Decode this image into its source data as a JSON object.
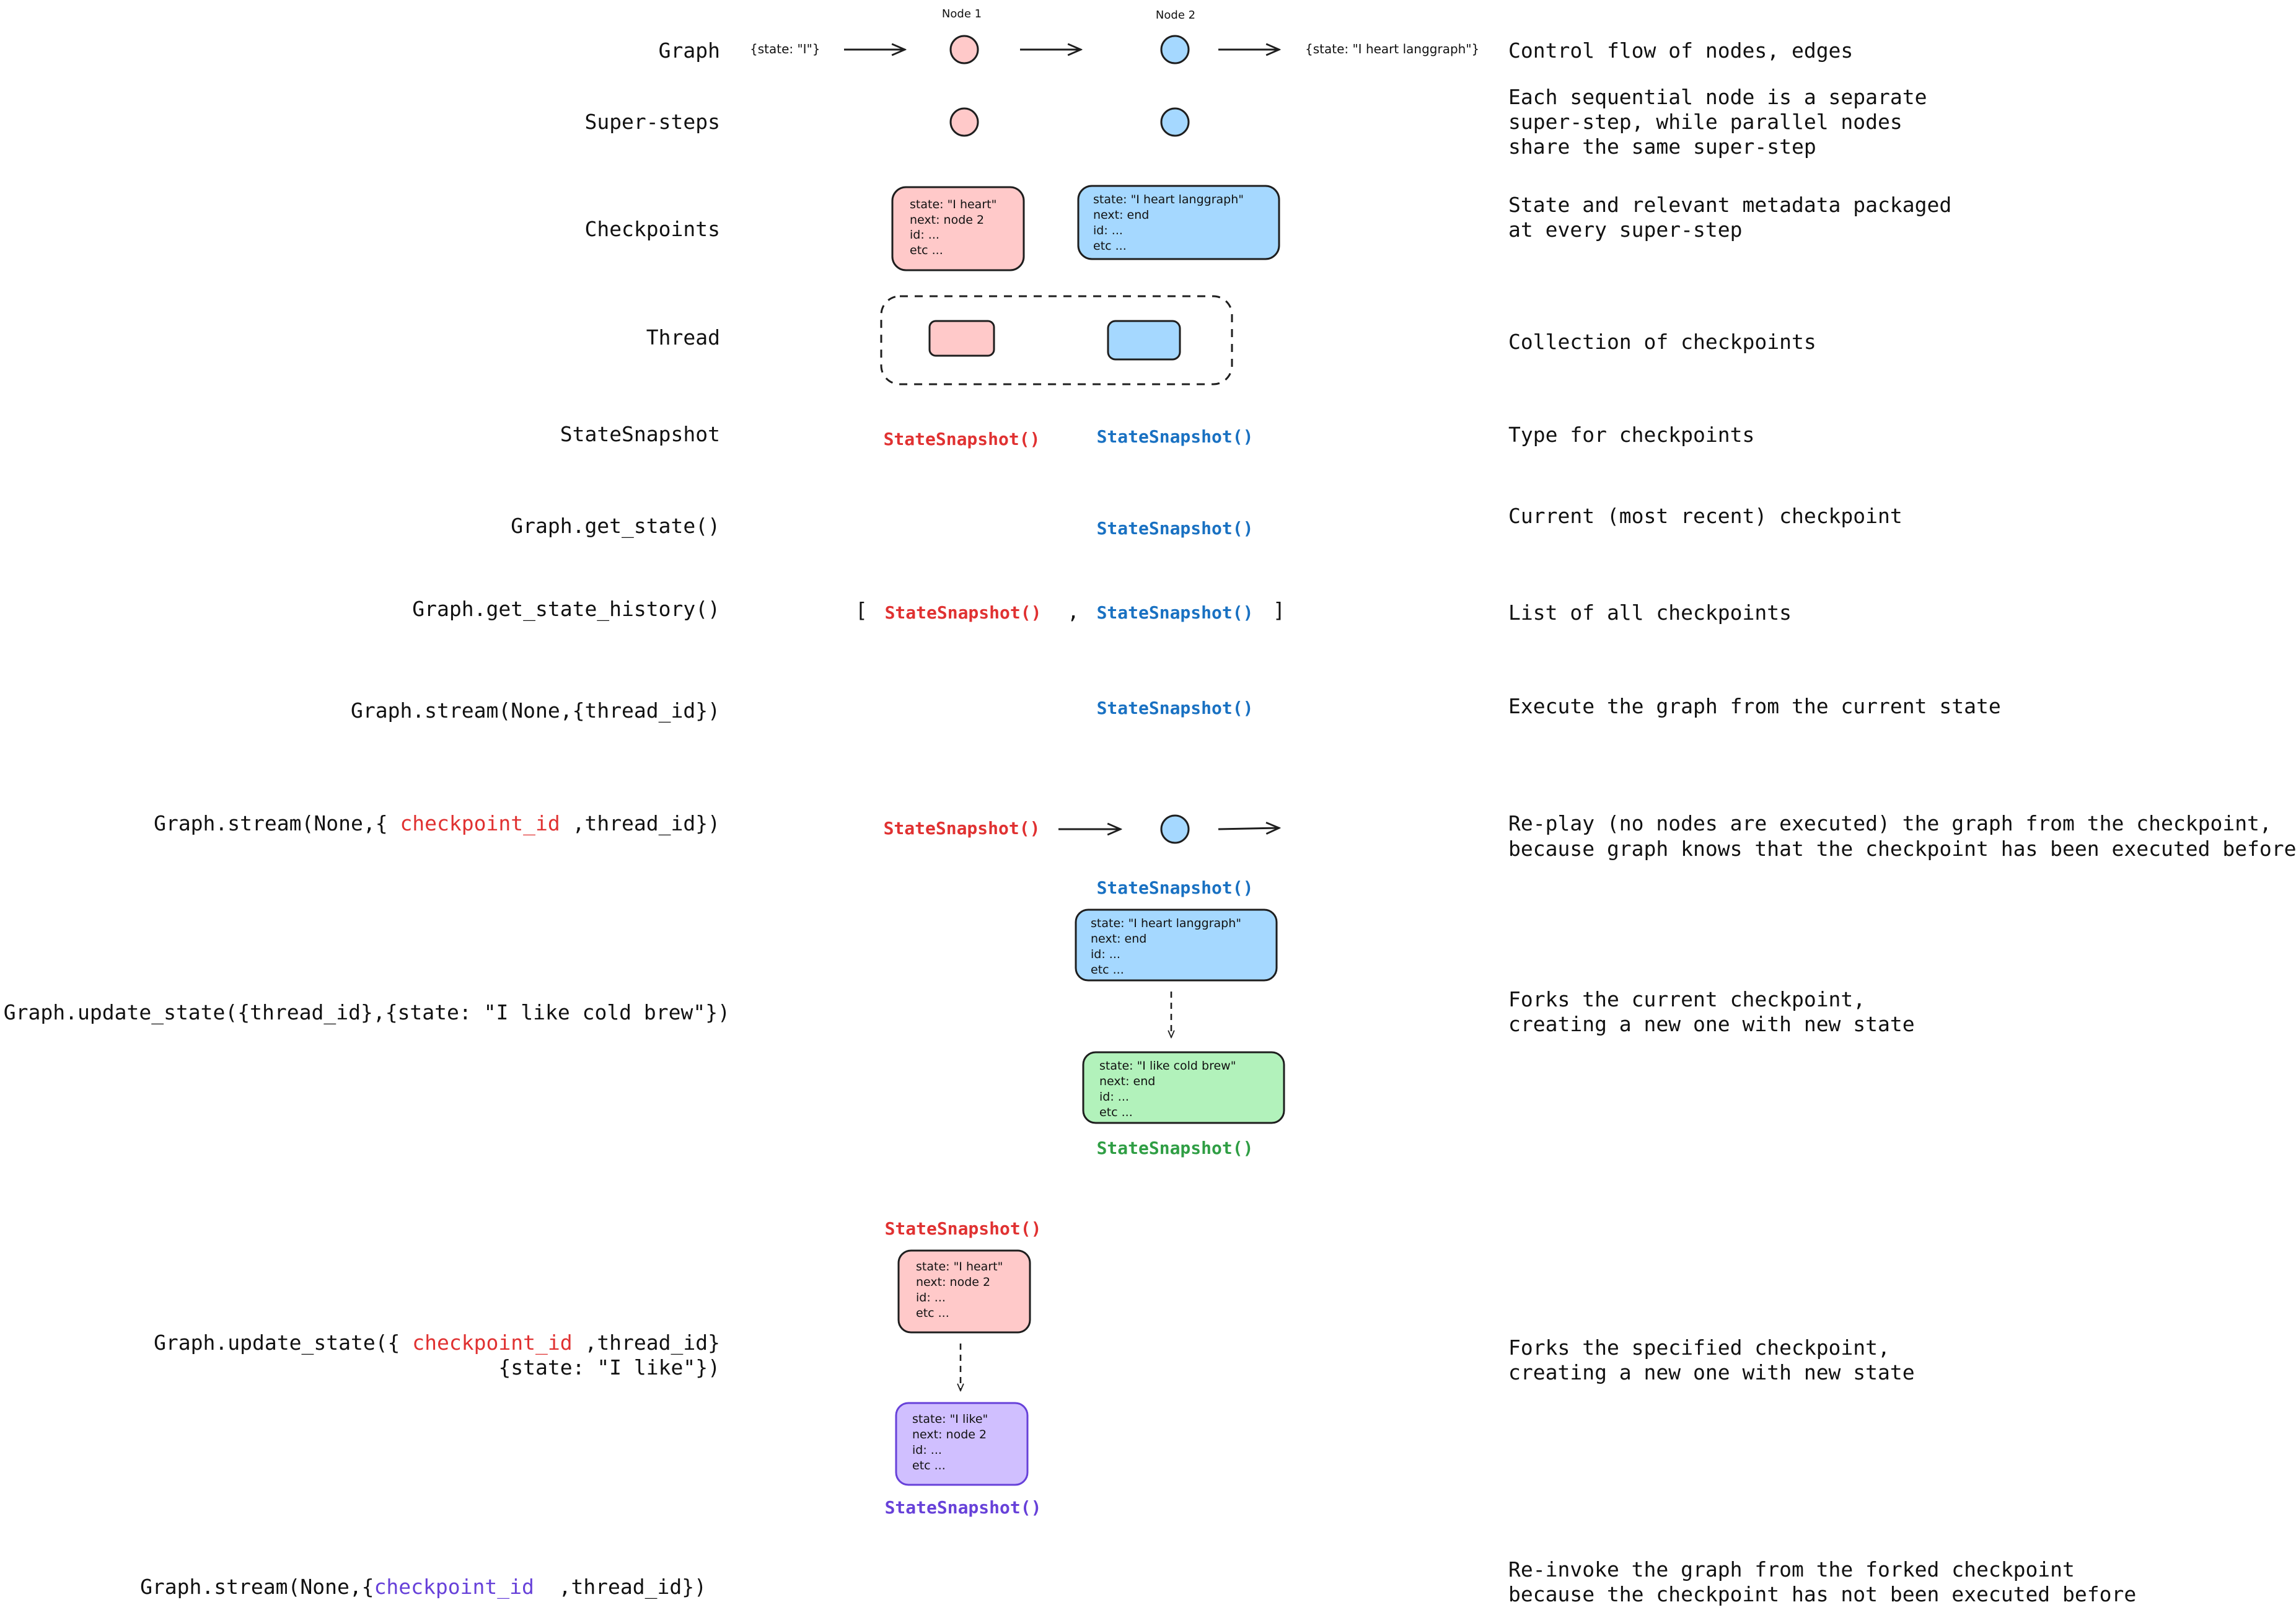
{
  "colors": {
    "pink": "#ffc9c9",
    "blue": "#a5d8ff",
    "green": "#b2f2bb",
    "purple": "#d0bfff",
    "red_text": "#e03131",
    "blue_text": "#1971c2",
    "green_text": "#2f9e44",
    "purple_text": "#6741d9",
    "stroke": "#1e1e1e"
  },
  "graph_row": {
    "label": "Graph",
    "node1_label": "Node 1",
    "node2_label": "Node 2",
    "input_state": "{state: \"I\"}",
    "output_state": "{state: \"I heart langgraph\"}",
    "description": "Control flow of nodes, edges"
  },
  "supersteps_row": {
    "label": "Super-steps",
    "description": [
      "Each sequential node is a separate",
      "super-step, while parallel nodes",
      "share the same super-step"
    ]
  },
  "checkpoints_row": {
    "label": "Checkpoints",
    "card1": [
      "state: \"I heart\"",
      "next: node 2",
      "id: ...",
      "etc ..."
    ],
    "card2": [
      "state: \"I heart langgraph\"",
      "next: end",
      "id: ...",
      "etc ..."
    ],
    "description": [
      "State and relevant metadata packaged",
      "at every super-step"
    ]
  },
  "thread_row": {
    "label": "Thread",
    "description": "Collection of checkpoints"
  },
  "statesnapshot_row": {
    "label": "StateSnapshot",
    "snap_red": "StateSnapshot()",
    "snap_blue": "StateSnapshot()",
    "description": "Type for checkpoints"
  },
  "getstate_row": {
    "label": "Graph.get_state()",
    "snap_blue": "StateSnapshot()",
    "description": "Current (most recent) checkpoint"
  },
  "history_row": {
    "label": "Graph.get_state_history()",
    "open_bracket": "[",
    "snap_red": "StateSnapshot()",
    "comma": ",",
    "snap_blue": "StateSnapshot()",
    "close_bracket": "]",
    "description": "List of all checkpoints"
  },
  "stream_row": {
    "label": "Graph.stream(None,{thread_id})",
    "snap_blue": "StateSnapshot()",
    "description": "Execute the graph from the current state"
  },
  "replay_row": {
    "label_prefix": "Graph.stream(None,{ ",
    "label_highlight": "checkpoint_id",
    "label_suffix": " ,thread_id})",
    "snap_red": "StateSnapshot()",
    "description": [
      "Re-play (no nodes are executed) the graph from the checkpoint,",
      "because graph knows that the checkpoint has been executed before"
    ]
  },
  "update_row": {
    "label": "Graph.update_state({thread_id},{state: \"I like cold brew\"})",
    "snap_top": "StateSnapshot()",
    "card_top": [
      "state: \"I heart langgraph\"",
      "next: end",
      "id: ...",
      "etc ..."
    ],
    "card_bottom": [
      "state: \"I like cold brew\"",
      "next: end",
      "id: ...",
      "etc ..."
    ],
    "snap_bottom": "StateSnapshot()",
    "description": [
      "Forks the current checkpoint,",
      "creating a new one with new state"
    ]
  },
  "update_cp_row": {
    "label_prefix": "Graph.update_state({ ",
    "label_highlight": "checkpoint_id",
    "label_suffix": " ,thread_id}",
    "label_line2": "{state: \"I like\"})",
    "snap_top": "StateSnapshot()",
    "card_top": [
      "state: \"I heart\"",
      "next: node 2",
      "id: ...",
      "etc ..."
    ],
    "card_bottom": [
      "state: \"I like\"",
      "next: node 2",
      "id: ...",
      "etc ..."
    ],
    "snap_bottom": "StateSnapshot()",
    "description": [
      "Forks the specified checkpoint,",
      "creating a new one with new state"
    ]
  },
  "reinvoke_row": {
    "label_prefix": "Graph.stream(None,{",
    "label_highlight": "checkpoint_id",
    "label_suffix": "  ,thread_id})",
    "description": [
      "Re-invoke the graph from the forked checkpoint",
      "because the checkpoint has not been executed before"
    ]
  }
}
